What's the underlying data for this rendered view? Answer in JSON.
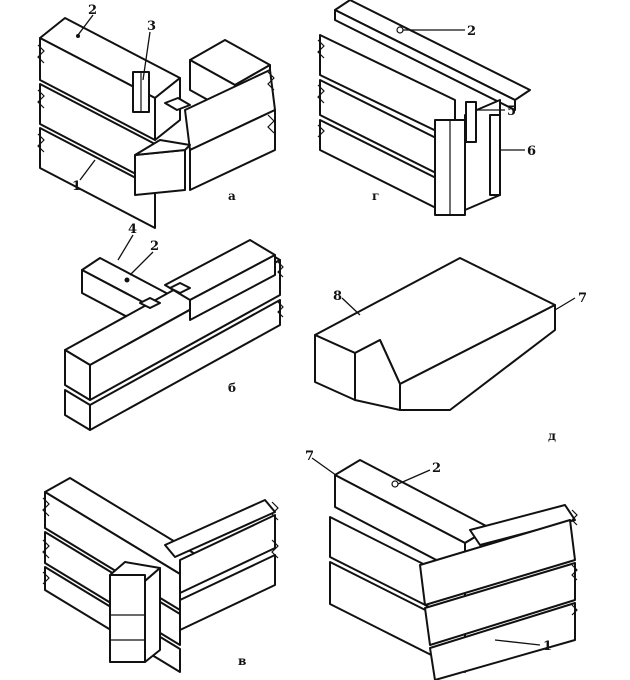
{
  "callouts": {
    "c1_a": "1",
    "c2_a": "2",
    "c3_a": "3",
    "c2_g": "2",
    "c5_g": "5",
    "c6_g": "6",
    "c4_b": "4",
    "c2_b": "2",
    "c8_d": "8",
    "c7_d": "7",
    "c7_e": "7",
    "c2_e": "2",
    "c1_e": "1"
  },
  "panel_letters": {
    "a": "а",
    "g": "г",
    "b": "б",
    "d": "д",
    "v": "в"
  }
}
